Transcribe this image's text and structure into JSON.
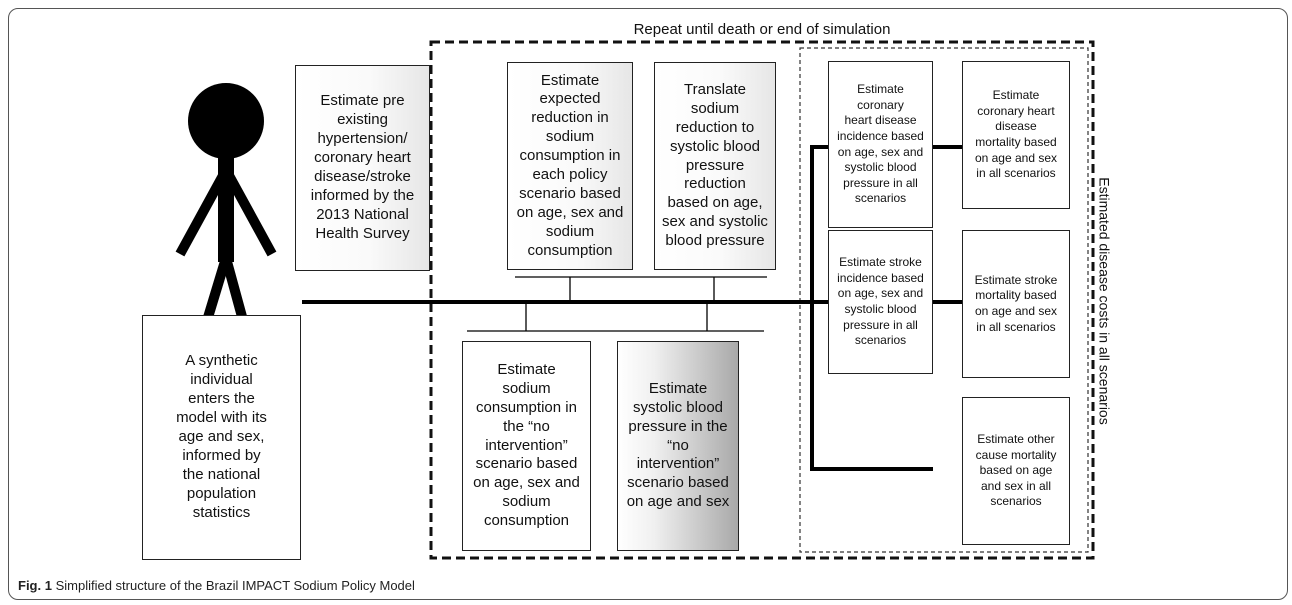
{
  "figure": {
    "label": "Fig. 1",
    "caption": "Simplified structure of the Brazil IMPACT Sodium Policy Model"
  },
  "loop_label": "Repeat until death or end of simulation",
  "costs_label": "Estimated disease costs in all scenarios",
  "icons": {
    "person": "person-stick-figure-icon"
  },
  "boxes": {
    "synthetic_individual": "A synthetic\nindividual\nenters the\nmodel with its\nage and sex,\ninformed by\nthe national\npopulation\nstatistics",
    "preexisting": "Estimate pre\nexisting\nhypertension/\ncoronary heart\ndisease/stroke\ninformed by the\n2013 National\nHealth Survey",
    "expected_reduction": "Estimate\nexpected\nreduction in\nsodium\nconsumption in\neach policy\nscenario based\non age, sex and\nsodium\nconsumption",
    "translate_sodium": "Translate\nsodium\nreduction to\nsystolic blood\npressure\nreduction\nbased on age,\nsex and systolic\nblood pressure",
    "sodium_no_intervention": "Estimate\nsodium\nconsumption in\nthe “no\nintervention”\nscenario based\non age, sex and\nsodium\nconsumption",
    "sbp_no_intervention": "Estimate\nsystolic blood\npressure in the\n“no\nintervention”\nscenario based\non age and sex",
    "chd_incidence": "Estimate coronary\nheart disease\nincidence based\non age, sex and\nsystolic blood\npressure in all\nscenarios",
    "chd_mortality": "Estimate\ncoronary heart\ndisease\nmortality based\non age and sex\nin all scenarios",
    "stroke_incidence": "Estimate stroke\nincidence based\non age, sex and\nsystolic blood\npressure in all\nscenarios",
    "stroke_mortality": "Estimate stroke\nmortality based\non age and sex\nin all scenarios",
    "other_mortality": "Estimate other\ncause  mortality\nbased on age\nand sex in all\nscenarios"
  }
}
